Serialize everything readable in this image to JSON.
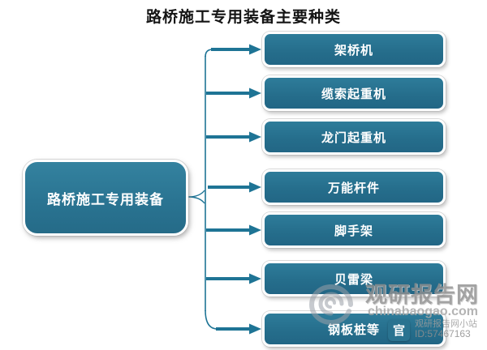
{
  "title": "路桥施工专用装备主要种类",
  "root": {
    "label": "路桥施工专用装备"
  },
  "branches": [
    "架桥机",
    "缆索起重机",
    "龙门起重机",
    "万能杆件",
    "脚手架",
    "贝雷梁",
    "钢板桩等"
  ],
  "watermark": {
    "site_name": "观研报告网",
    "site_url": "chinabaogao.com",
    "badge_logo_glyph": "官",
    "badge_name": "观研报告网小站",
    "badge_id": "ID:57467163"
  },
  "colors": {
    "box_fill": "#256d8b",
    "node_fill": "#2a7492",
    "connector": "#1e7495",
    "watermark_gray": "#909090",
    "title_text": "#141414",
    "box_text": "#ffffff"
  }
}
